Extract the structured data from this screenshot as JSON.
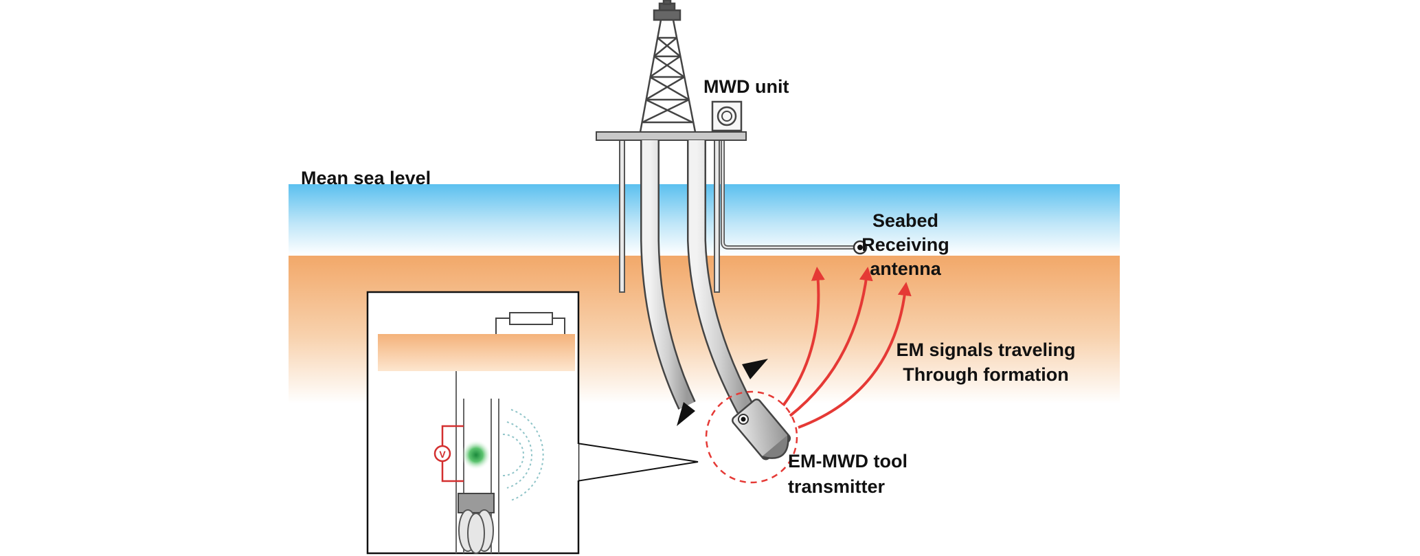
{
  "labels": {
    "mwd_unit": "MWD unit",
    "mean_sea_level": "Mean sea level",
    "seabed_line1": "Seabed",
    "seabed_line2": "Receiving",
    "seabed_line3": "antenna",
    "em_signals_line1": "EM signals traveling",
    "em_signals_line2": "Through formation",
    "tool_line1": "EM-MWD tool",
    "tool_line2": "transmitter",
    "voltmeter_symbol": "V"
  },
  "colors": {
    "sea_top": "#5bc0ef",
    "sea_bottom": "#ffffff",
    "seabed_top": "#f2a869",
    "seabed_bottom": "#ffffff",
    "signal_arrow": "#e53935",
    "structure": "#555555",
    "circuit": "#d32f2f",
    "field_dots": "#8fc4c8",
    "glow_center": "#1b8a3c"
  }
}
